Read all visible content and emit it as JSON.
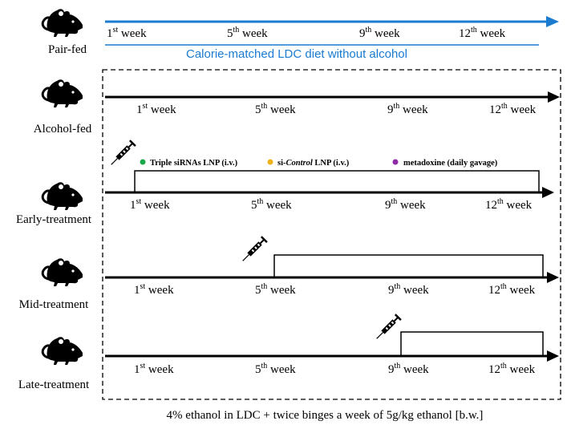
{
  "groups": {
    "pair_fed": "Pair-fed",
    "alcohol_fed": "Alcohol-fed",
    "early": "Early-treatment",
    "mid": "Mid-treatment",
    "late": "Late-treatment"
  },
  "weeks": {
    "w1": {
      "num": "1",
      "sup": "st",
      "word": " week"
    },
    "w5": {
      "num": "5",
      "sup": "th",
      "word": " week"
    },
    "w9": {
      "num": "9",
      "sup": "th",
      "word": " week"
    },
    "w12": {
      "num": "12",
      "sup": "th",
      "word": " week"
    }
  },
  "pair_fed_diet": "Calorie-matched LDC diet without alcohol",
  "legend": {
    "triple": {
      "text": "Triple siRNAs LNP (i.v.)",
      "color": "#1aa84a"
    },
    "control": {
      "pre": "si-",
      "italic": "Control",
      "post": " LNP (i.v.)",
      "color": "#f0b21a"
    },
    "metadoxine": {
      "text": "metadoxine (daily gavage)",
      "color": "#8e2aa6"
    }
  },
  "footer": "4% ethanol in LDC + twice binges a week of 5g/kg ethanol [b.w.]",
  "colors": {
    "pair_fed_line": "#1b7bd0",
    "timeline": "#000000"
  },
  "icons": [
    "mouse-icon",
    "syringe-icon",
    "arrowhead-icon"
  ]
}
